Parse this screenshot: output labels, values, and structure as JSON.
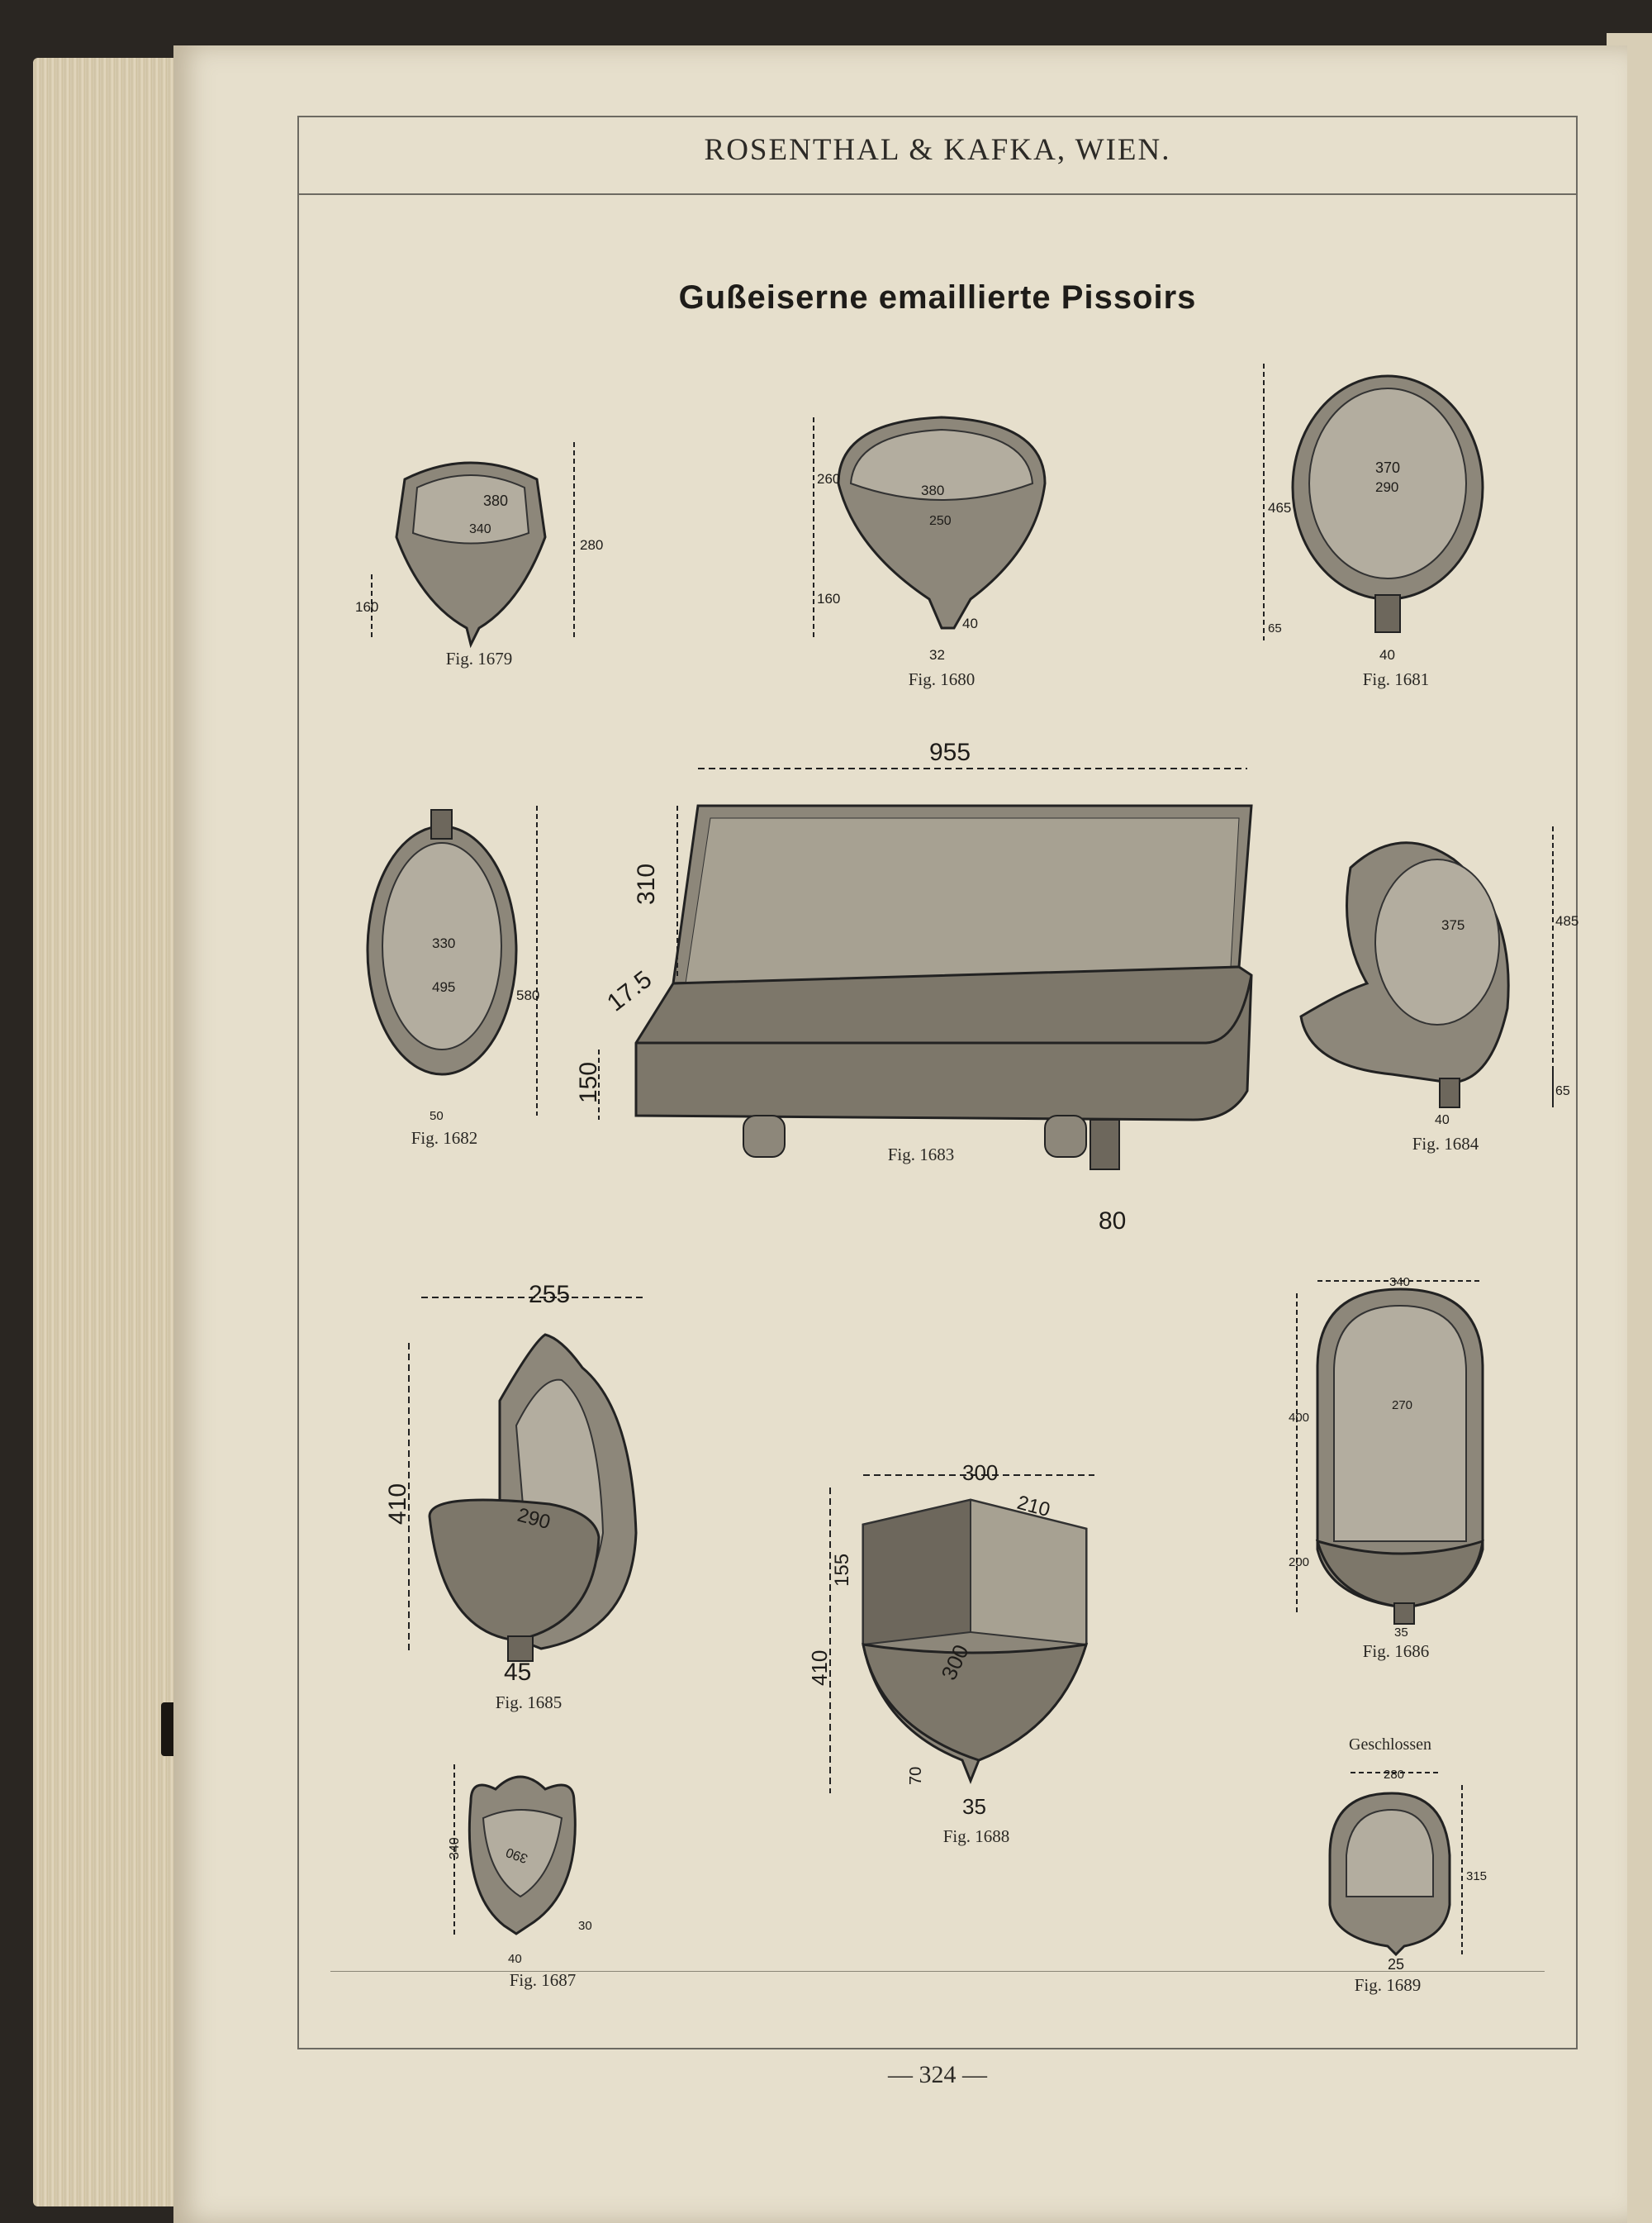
{
  "header": {
    "title": "ROSENTHAL & KAFKA, WIEN."
  },
  "section": {
    "title": "Gußeiserne emaillierte Pissoirs"
  },
  "footer": {
    "page_number": "— 324 —"
  },
  "figures": {
    "f1679": {
      "caption": "Fig. 1679",
      "dims": [
        "380",
        "340",
        "280",
        "160"
      ]
    },
    "f1680": {
      "caption": "Fig. 1680",
      "dims": [
        "380",
        "250",
        "260",
        "160",
        "40",
        "32"
      ]
    },
    "f1681": {
      "caption": "Fig. 1681",
      "dims": [
        "370",
        "290",
        "465",
        "65",
        "40"
      ]
    },
    "f1682": {
      "caption": "Fig. 1682",
      "dims": [
        "330",
        "495",
        "580",
        "50"
      ]
    },
    "f1683": {
      "caption": "Fig. 1683",
      "dims": [
        "955",
        "310",
        "17.5",
        "150",
        "80"
      ]
    },
    "f1684": {
      "caption": "Fig. 1684",
      "dims": [
        "375",
        "485",
        "65",
        "40"
      ]
    },
    "f1685": {
      "caption": "Fig. 1685",
      "dims": [
        "255",
        "410",
        "290",
        "45"
      ]
    },
    "f1686": {
      "caption": "Fig. 1686",
      "dims": [
        "340",
        "400",
        "270",
        "200",
        "35"
      ]
    },
    "f1687": {
      "caption": "Fig. 1687",
      "dims": [
        "390",
        "340",
        "30",
        "40"
      ]
    },
    "f1688": {
      "caption": "Fig. 1688",
      "dims": [
        "300",
        "210",
        "155",
        "410",
        "300",
        "70",
        "35"
      ]
    },
    "f1689": {
      "caption": "Fig. 1689",
      "note": "Geschlossen",
      "dims": [
        "280",
        "315",
        "25"
      ]
    }
  }
}
